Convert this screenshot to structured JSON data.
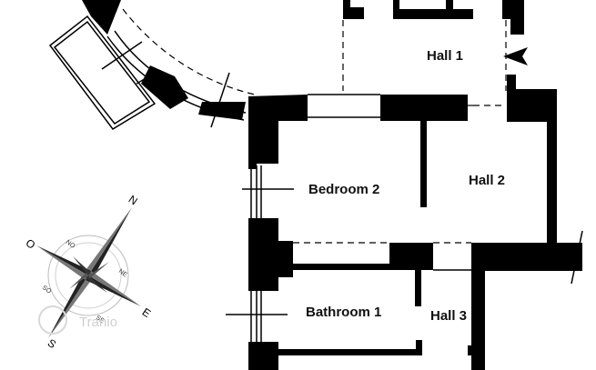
{
  "rooms": {
    "hall_1": "Hall 1",
    "hall_2": "Hall 2",
    "hall_3": "Hall 3",
    "bedroom_2": "Bedroom 2",
    "bathroom_1": "Bathroom 1"
  },
  "compass": {
    "north": "N",
    "east": "E",
    "south": "S",
    "west": "O",
    "ne": "NE",
    "se": "SE",
    "so": "SO",
    "no": "NO"
  },
  "watermark": "Tranio",
  "icons": {
    "entrance_marker": "arrow-left-icon",
    "compass": "compass-rose-icon"
  }
}
